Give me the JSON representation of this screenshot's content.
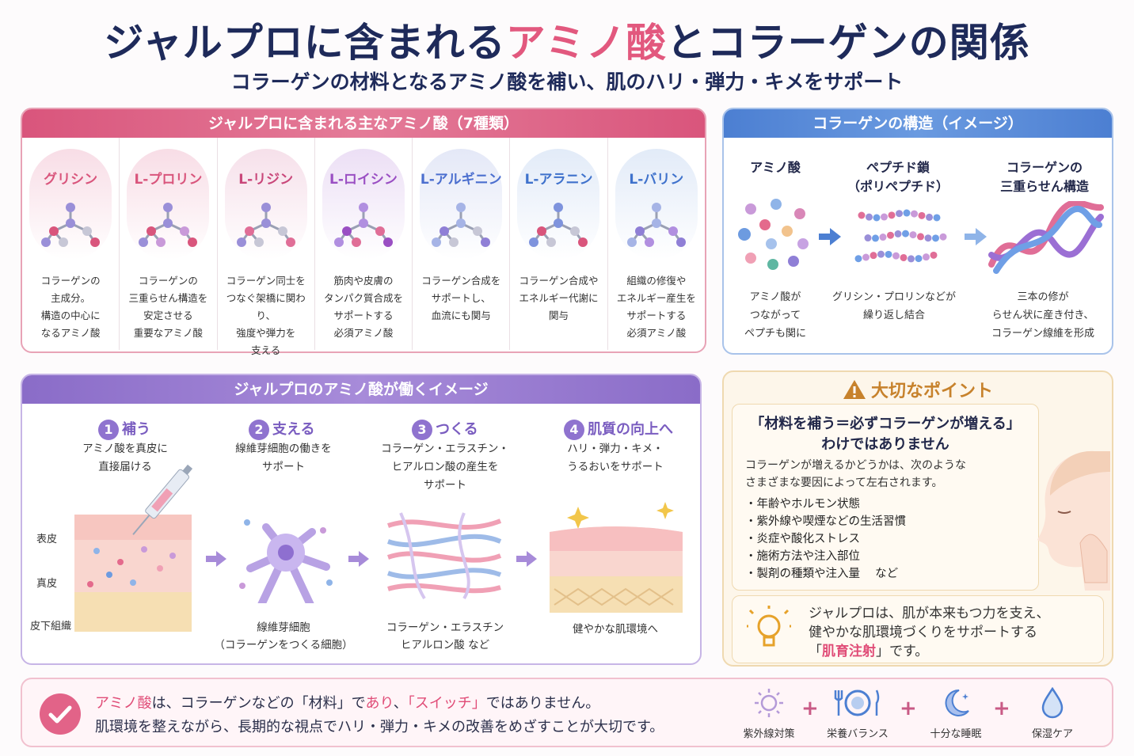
{
  "title": {
    "part1": "ジャルプロに含まれる",
    "part2": "アミノ酸",
    "part3": "とコラーゲンの関係"
  },
  "subtitle": "コラーゲンの材料となるアミノ酸を補い、肌のハリ・弾力・キメをサポート",
  "amino": {
    "heading": "ジャルプロに含まれる主なアミノ酸（7種類）",
    "items": [
      {
        "name": "グリシン",
        "lines": [
          "コラーゲンの",
          "主成分。",
          "構造の中心に",
          "なるアミノ酸"
        ]
      },
      {
        "name": "L-プロリン",
        "lines": [
          "コラーゲンの",
          "三重らせん構造を",
          "安定させる",
          "重要なアミノ酸"
        ]
      },
      {
        "name": "L-リジン",
        "lines": [
          "コラーゲン同士を",
          "つなぐ架橋に関わり、",
          "強度や弾力を",
          "支える"
        ]
      },
      {
        "name": "L-ロイシン",
        "lines": [
          "筋肉や皮膚の",
          "タンパク質合成を",
          "サポートする",
          "必須アミノ酸"
        ]
      },
      {
        "name": "L-アルギニン",
        "lines": [
          "コラーゲン合成を",
          "サポートし、",
          "血流にも関与"
        ]
      },
      {
        "name": "L-アラニン",
        "lines": [
          "コラーゲン合成や",
          "エネルギー代謝に",
          "関与"
        ]
      },
      {
        "name": "L-バリン",
        "lines": [
          "組織の修復や",
          "エネルギー産生を",
          "サポートする",
          "必須アミノ酸"
        ]
      }
    ]
  },
  "collagen": {
    "heading": "コラーゲンの構造（イメージ）",
    "col1_label": "アミノ酸",
    "col2_label1": "ペプチド鎖",
    "col2_label2": "（ポリペプチド）",
    "col3_label1": "コラーゲンの",
    "col3_label2": "三重らせん構造",
    "desc1": [
      "アミノ酸が",
      "つながって",
      "ペプチも関に"
    ],
    "desc2": [
      "グリシン・プロリンなどが",
      "繰り返し結合"
    ],
    "desc3": [
      "三本の修が",
      "らせん状に産き付き、",
      "コラーゲン線維を形成"
    ]
  },
  "work": {
    "heading": "ジャルプロのアミノ酸が働くイメージ",
    "steps": [
      {
        "num": "1",
        "title": "補う",
        "lines": [
          "アミノ酸を真皮に",
          "直接届ける"
        ]
      },
      {
        "num": "2",
        "title": "支える",
        "lines": [
          "線維芽細胞の働きを",
          "サポート"
        ]
      },
      {
        "num": "3",
        "title": "つくる",
        "lines": [
          "コラーゲン・エラスチン・",
          "ヒアルロン酸の産生を",
          "サポート"
        ]
      },
      {
        "num": "4",
        "title": "肌質の向上へ",
        "lines": [
          "ハリ・弾力・キメ・",
          "うるおいをサポート"
        ]
      }
    ],
    "layers": [
      "表皮",
      "真皮",
      "皮下組織"
    ],
    "cap2": [
      "線維芽細胞",
      "（コラーゲンをつくる細胞）"
    ],
    "cap3": [
      "コラーゲン・エラスチン",
      "ヒアルロン酸 など"
    ],
    "cap4": "健やかな肌環境へ"
  },
  "point": {
    "heading": "大切なポイント",
    "box_h1": "「材料を補う＝必ずコラーゲンが増える」",
    "box_h2": "わけではありません",
    "intro": [
      "コラーゲンが増えるかどうかは、次のような",
      "さまざまな要因によって左右されます。"
    ],
    "list": [
      "・年齢やホルモン状態",
      "・紫外線や喫煙などの生活習慣",
      "・炎症や酸化ストレス",
      "・施術方法や注入部位",
      "・製剤の種類や注入量　 など"
    ],
    "msg1": "ジャルプロは、肌が本来もつ力を支え、",
    "msg2": "健やかな肌環境づくりをサポートする",
    "msg3a": "「",
    "msg3b": "肌育注射",
    "msg3c": "」です。"
  },
  "footer": {
    "l1a": "アミノ酸",
    "l1b": "は、コラーゲンなどの「材料」で",
    "l1c": "あり",
    "l1d": "、",
    "l1e": "「スイッチ」",
    "l1f": "ではありません。",
    "l2": "肌環境を整えながら、長期的な視点でハリ・弾力・キメの改善をめざすことが大切です。",
    "care": [
      "紫外線対策",
      "栄養バランス",
      "十分な睡眠",
      "保湿ケア"
    ],
    "plus": "+"
  },
  "colors": {
    "navy": "#1e2a5a",
    "pink": "#e2587e",
    "blue": "#4c7fd2",
    "purple": "#8a6cc8",
    "gold": "#c7822c"
  }
}
